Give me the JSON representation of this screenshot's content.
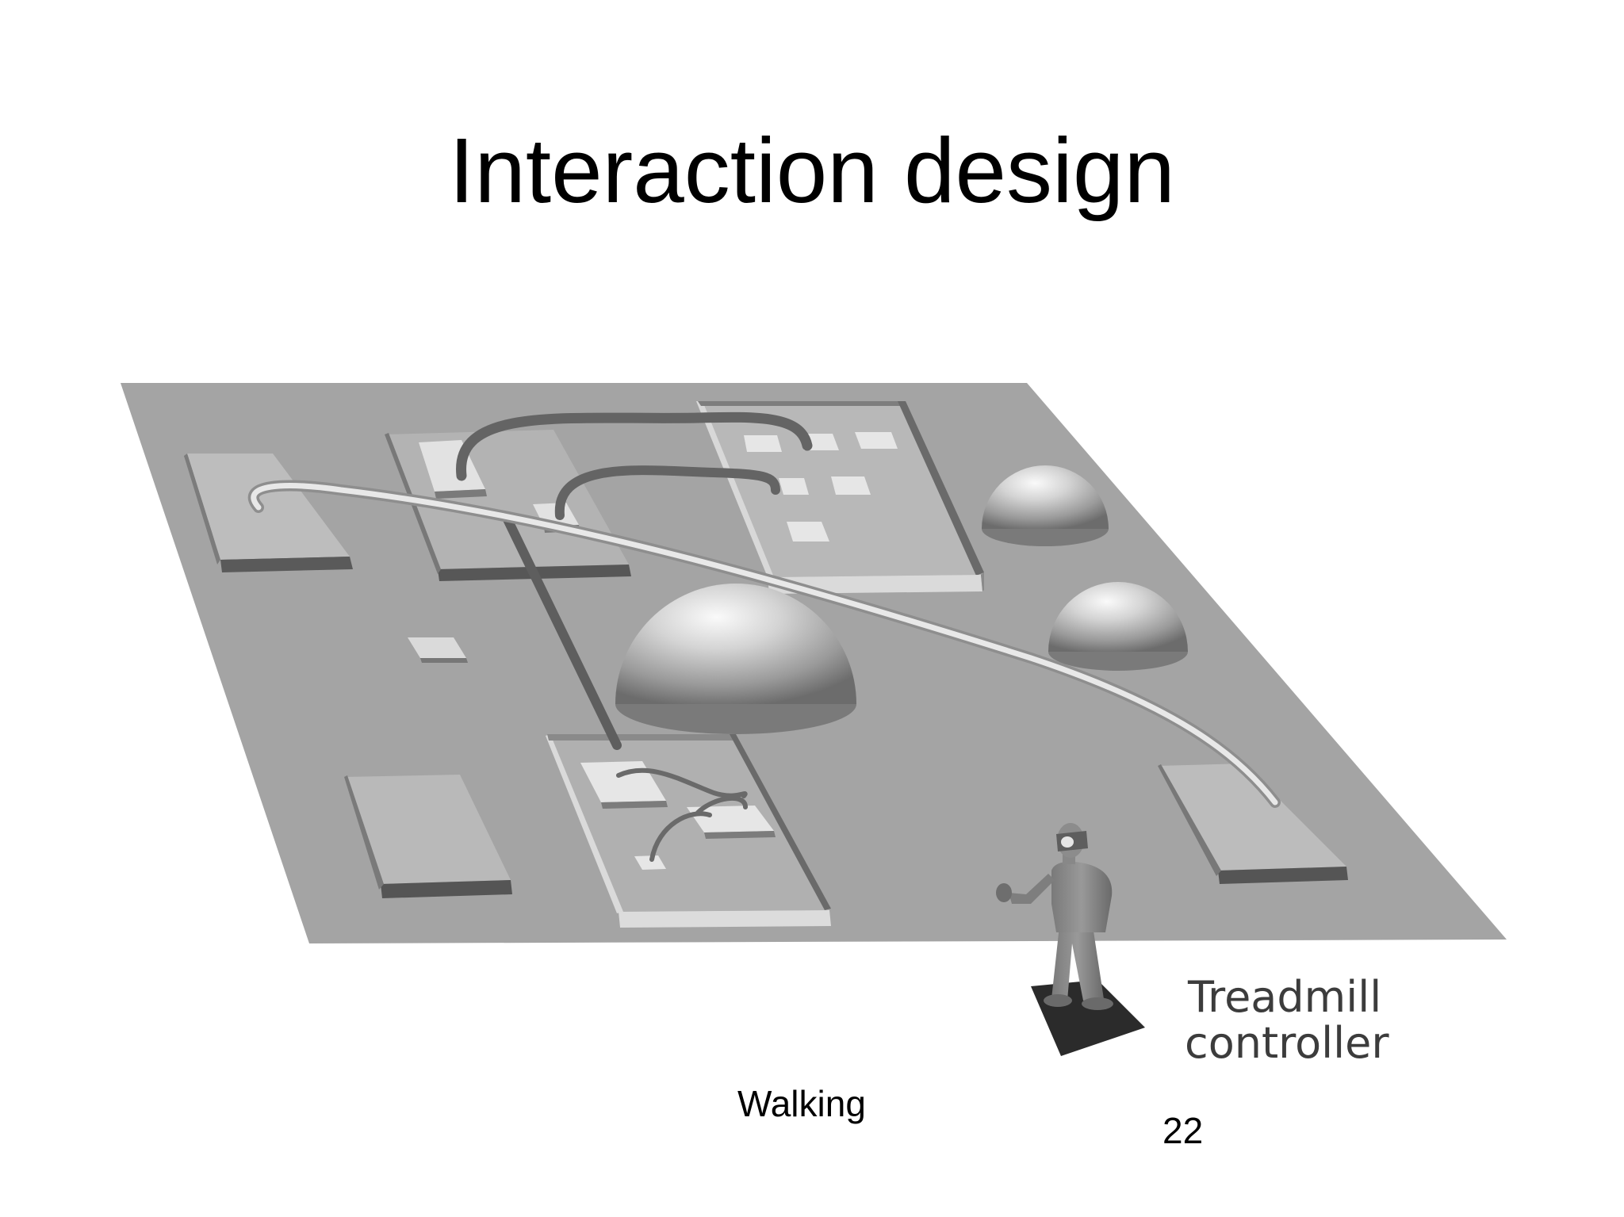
{
  "slide": {
    "title": "Interaction design",
    "caption": "Walking",
    "page_number": "22"
  },
  "figure": {
    "label_line_1": "Treadmill",
    "label_line_2": "controller",
    "colors": {
      "floor": "#a4a4a4",
      "panel_top": "#bcbcbc",
      "panel_side": "#6e6e6e",
      "path": "#6a6a6a",
      "highlight_path": "#e6e6e6",
      "dome_light": "#f4f4f4",
      "dome_dark": "#6a6a6a",
      "treadmill": "#2a2a2a",
      "figure_body": "#8a8a8a"
    }
  }
}
